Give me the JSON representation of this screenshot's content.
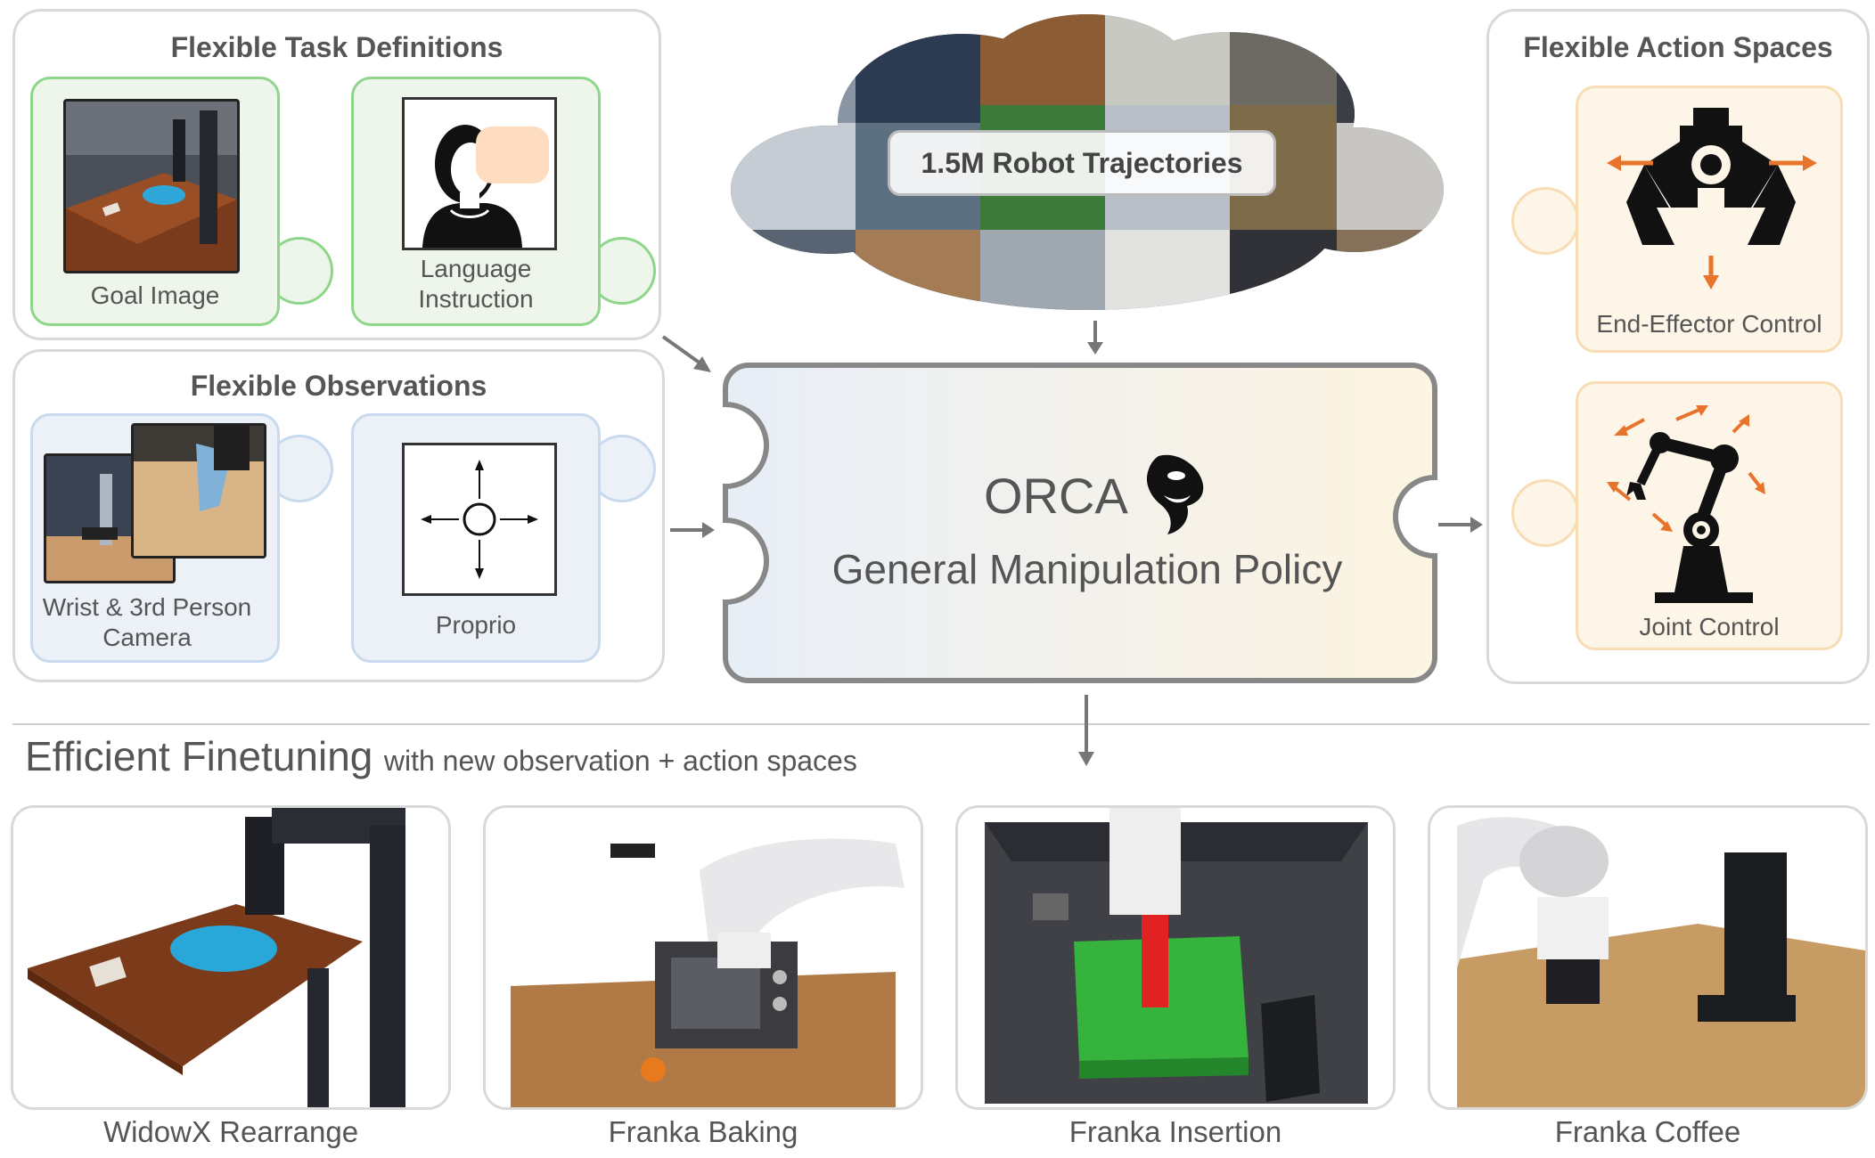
{
  "task_panel": {
    "title": "Flexible Task Definitions",
    "goal_image_label": "Goal Image",
    "language_label_line1": "Language",
    "language_label_line2": "Instruction"
  },
  "obs_panel": {
    "title": "Flexible Observations",
    "camera_label_line1": "Wrist & 3rd Person",
    "camera_label_line2": "Camera",
    "proprio_label": "Proprio"
  },
  "cloud": {
    "label": "1.5M Robot Trajectories"
  },
  "policy": {
    "name": "ORCA",
    "subtitle": "General Manipulation Policy"
  },
  "action_panel": {
    "title": "Flexible Action Spaces",
    "ee_label": "End-Effector Control",
    "joint_label": "Joint Control"
  },
  "finetune": {
    "heading": "Efficient Finetuning",
    "subheading": "with new observation + action spaces",
    "tasks": [
      {
        "label": "WidowX Rearrange"
      },
      {
        "label": "Franka Baking"
      },
      {
        "label": "Franka Insertion"
      },
      {
        "label": "Franka Coffee"
      }
    ]
  },
  "colors": {
    "green_border": "#8fd68b",
    "blue_border": "#c9d9ee",
    "orange_border": "#f8dcb3",
    "orange_arrow": "#e8742c",
    "panel_border": "#d9d9d9"
  }
}
